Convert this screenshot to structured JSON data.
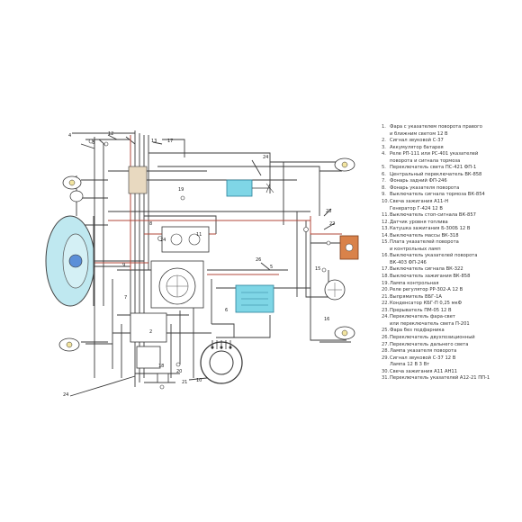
{
  "colors": {
    "wire": "#3a3a3a",
    "red_wire": "#b0473a",
    "cyan_component": "#7fd6e6",
    "headlight_fill": "#bfe8f0",
    "relay_fill": "#d9824a"
  },
  "diagram": {
    "callout_numbers": [
      "12",
      "13",
      "17",
      "19",
      "24",
      "23",
      "22",
      "26",
      "8",
      "14",
      "9",
      "7",
      "11",
      "2",
      "5",
      "6",
      "15",
      "16",
      "18",
      "20",
      "21",
      "10",
      "3",
      "4",
      "24"
    ]
  },
  "legend": {
    "items": [
      {
        "n": "1.",
        "text": "Фара с указателем поворота правого"
      },
      {
        "n": "",
        "text": "и ближним светом 12 В"
      },
      {
        "n": "2.",
        "text": "Сигнал звуковой С-37"
      },
      {
        "n": "3.",
        "text": "Аккумулятор батарея"
      },
      {
        "n": "4.",
        "text": "Реле РП-111 или РС-401 указателей"
      },
      {
        "n": "",
        "text": "поворота и сигнала тормоза"
      },
      {
        "n": "5.",
        "text": "Переключатель света ПС-421 ФП-1"
      },
      {
        "n": "6.",
        "text": "Центральный переключатель ВК-858"
      },
      {
        "n": "7.",
        "text": "Фонарь задний ФП-246"
      },
      {
        "n": "8.",
        "text": "Фонарь указателя поворота"
      },
      {
        "n": "9.",
        "text": "Выключатель сигнала тормоза ВК-854"
      },
      {
        "n": "10.",
        "text": "Свеча зажигания А11-Н"
      },
      {
        "n": "",
        "text": "Генератор Г-424 12 В"
      },
      {
        "n": "11.",
        "text": "Выключатель стоп-сигнала ВК-857"
      },
      {
        "n": "12.",
        "text": "Датчик уровня топлива"
      },
      {
        "n": "13.",
        "text": "Катушка зажигания Б-300Б 12 В"
      },
      {
        "n": "14.",
        "text": "Выключатель массы ВК-318"
      },
      {
        "n": "15.",
        "text": "Плата указателей поворота"
      },
      {
        "n": "",
        "text": "и контрольных ламп"
      },
      {
        "n": "16.",
        "text": "Выключатель указателей поворота"
      },
      {
        "n": "",
        "text": "ВК-403 ФП-246"
      },
      {
        "n": "17.",
        "text": "Выключатель сигнала ВК-322"
      },
      {
        "n": "18.",
        "text": "Выключатель зажигания ВК-858"
      },
      {
        "n": "19.",
        "text": "Лампа контрольная"
      },
      {
        "n": "20.",
        "text": "Реле регулятор РР-302-А 12 В"
      },
      {
        "n": "21.",
        "text": "Выпрямитель ВБГ-1А"
      },
      {
        "n": "22.",
        "text": "Конденсатор КБГ-П 0,25 мкФ"
      },
      {
        "n": "23.",
        "text": "Прерыватель ПМ-05 12 В"
      },
      {
        "n": "24.",
        "text": "Переключатель фара-свет"
      },
      {
        "n": "",
        "text": "или переключатель света П-201"
      },
      {
        "n": "25.",
        "text": "Фара без подфарника"
      },
      {
        "n": "26.",
        "text": "Переключатель двухпозиционный"
      },
      {
        "n": "27.",
        "text": "Переключатель дальнего света"
      },
      {
        "n": "28.",
        "text": "Лампа указателя поворота"
      },
      {
        "n": "29.",
        "text": "Сигнал звуковой С-37 12 В"
      },
      {
        "n": "",
        "text": "Лампа 12 В 3 Вт"
      },
      {
        "n": "30.",
        "text": "Свеча зажигания А11 АН11"
      },
      {
        "n": "31.",
        "text": "Переключатель указателей А12-21 ПП-1"
      }
    ]
  }
}
